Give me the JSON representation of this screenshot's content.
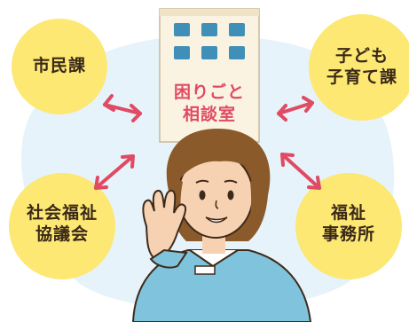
{
  "center": {
    "line1": "困りごと",
    "line2": "相談室"
  },
  "nodes": {
    "shimin": {
      "line1": "市民課"
    },
    "kodomo": {
      "line1": "子ども",
      "line2": "子育て課"
    },
    "shakai": {
      "line1": "社会福祉",
      "line2": "協議会"
    },
    "fukushi": {
      "line1": "福祉",
      "line2": "事務所"
    }
  },
  "colors": {
    "circle": "#fce873",
    "arrow": "#e04a62",
    "background_blob": "#e6f3fa",
    "building": "#fbf3e2",
    "window": "#3f8fb8",
    "label_text": "#3a2818"
  }
}
